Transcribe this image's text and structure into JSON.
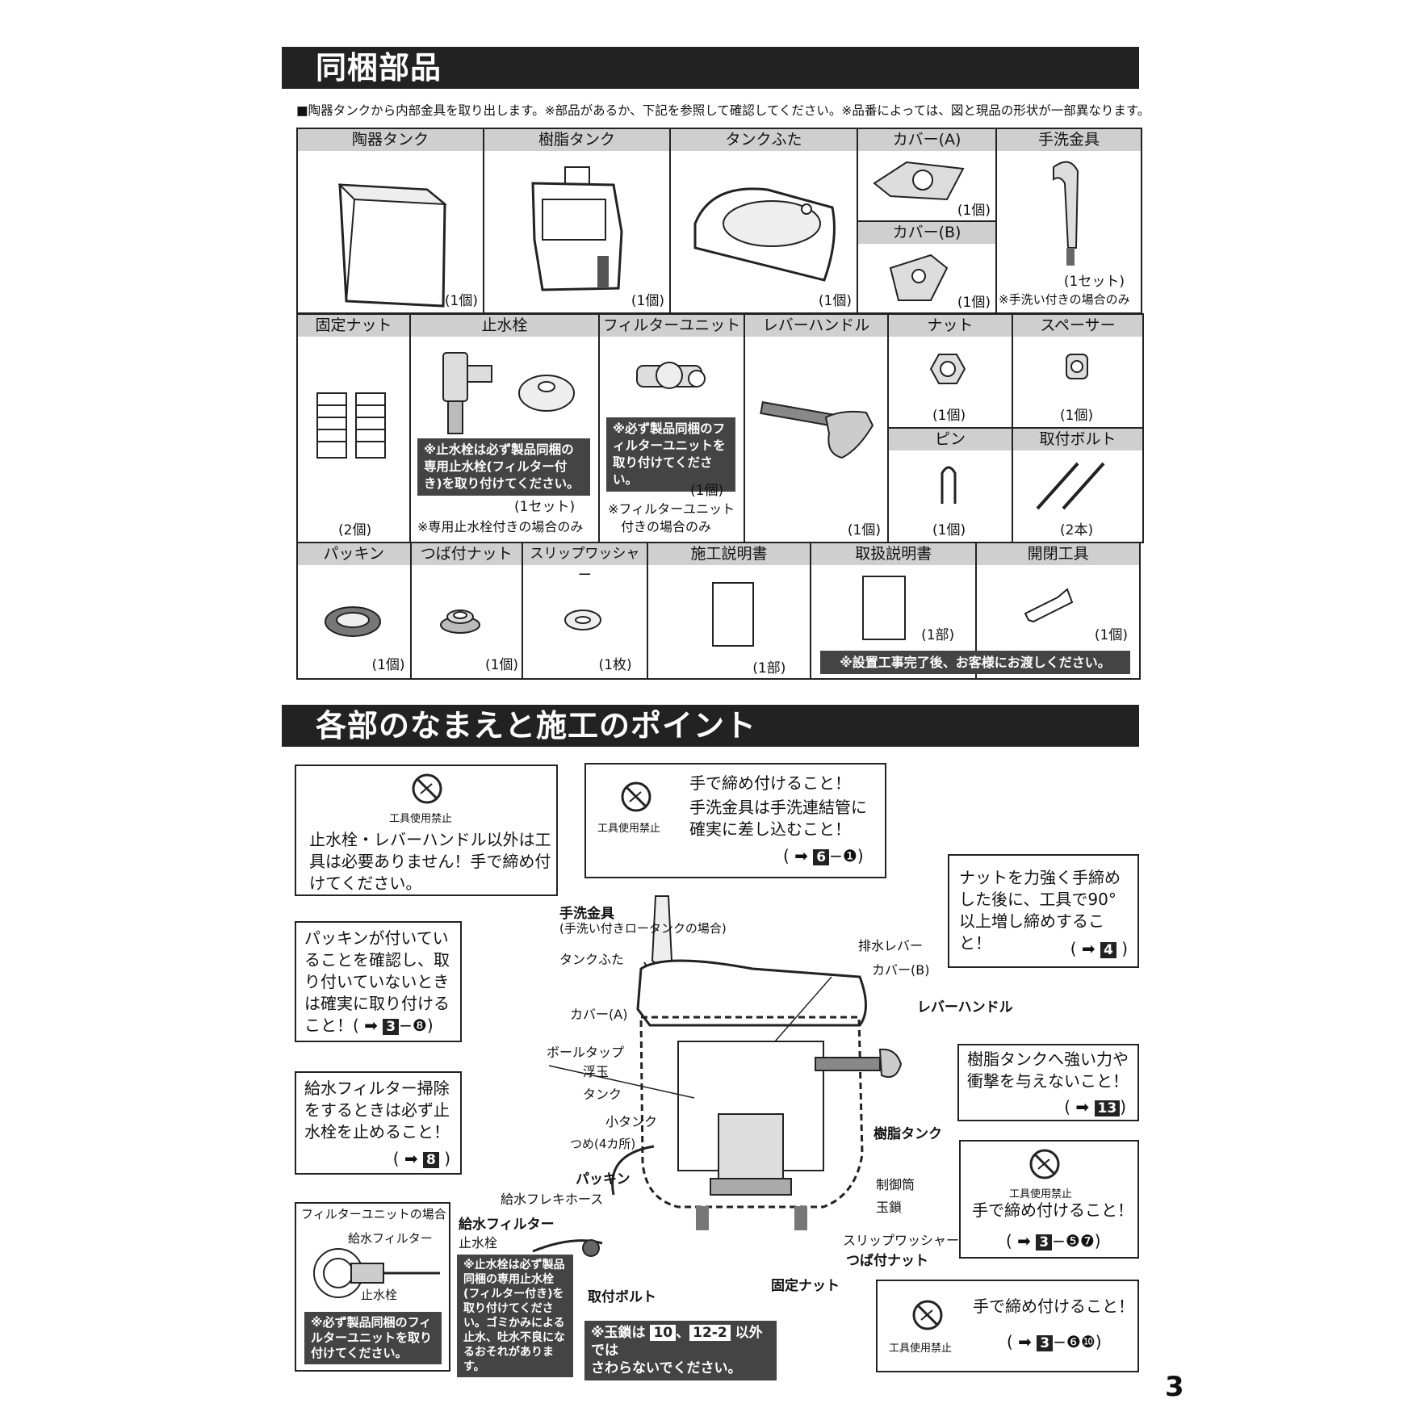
{
  "sec1": {
    "title": "同梱部品"
  },
  "intro": "■陶器タンクから内部金具を取り出します。※部品があるか、下記を参照して確認してください。※品番によっては、図と現品の形状が一部異なります。",
  "row1": [
    {
      "name": "陶器タンク",
      "count": "(1個)"
    },
    {
      "name": "樹脂タンク",
      "count": "(1個)"
    },
    {
      "name": "タンクふた",
      "count": "(1個)"
    },
    {
      "name": "カバー(A)",
      "count": "(1個)",
      "name2": "カバー(B)",
      "count2": "(1個)"
    },
    {
      "name": "手洗金具",
      "count": "(1セット)",
      "note": "※手洗い付きの場合のみ"
    }
  ],
  "row2": [
    {
      "name": "固定ナット",
      "count": "(2個)"
    },
    {
      "name": "止水栓",
      "count": "(1セット)",
      "box": "※止水栓は必ず製品同梱の専用止水栓(フィルター付き)を取り付けてください。",
      "note": "※専用止水栓付きの場合のみ"
    },
    {
      "name": "フィルターユニット",
      "count": "(1個)",
      "box": "※必ず製品同梱のフィルターユニットを取り付けてください。",
      "note1": "※フィルターユニット",
      "note2": "付きの場合のみ"
    },
    {
      "name": "レバーハンドル",
      "count": "(1個)"
    },
    {
      "name": "ナット",
      "count": "(1個)",
      "name2": "ピン",
      "count2": "(1個)"
    },
    {
      "name": "スペーサー",
      "count": "(1個)",
      "name2": "取付ボルト",
      "count2": "(2本)"
    }
  ],
  "row3": [
    {
      "name": "パッキン",
      "count": "(1個)"
    },
    {
      "name": "つば付ナット",
      "count": "(1個)"
    },
    {
      "name": "スリップワッシャー",
      "count": "(1枚)"
    },
    {
      "name": "施工説明書",
      "count": "(1部)"
    },
    {
      "name": "取扱説明書",
      "count": "(1部)"
    },
    {
      "name": "開閉工具",
      "count": "(1個)"
    },
    {
      "box": "※設置工事完了後、お客様にお渡しください。"
    }
  ],
  "sec2": {
    "title": "各部のなまえと施工のポイント"
  },
  "notes": {
    "n1": {
      "icon": "工具使用禁止",
      "text": "止水栓・レバーハンドル以外は工具は必要ありません！手で締め付けてください。"
    },
    "n2": {
      "icon": "工具使用禁止",
      "line1": "手で締め付けること！",
      "line2": "手洗金具は手洗連結管に確実に差し込むこと！",
      "ref_a": "(",
      "ref_b": "6",
      "ref_c": "−❶)"
    },
    "n3": {
      "text": "ナットを力強く手締めした後に、工具で90°以上増し締めすること！",
      "ref_a": "(",
      "ref_b": "4",
      "ref_c": ")"
    },
    "n4": {
      "text": "パッキンが付いていることを確認し、取り付いていないときは確実に取り付けること！(",
      "ref_b": "3",
      "ref_c": "−❽)"
    },
    "n5": {
      "text": "給水フィルター掃除をするときは必ず止水栓を止めること！",
      "ref_a": "(",
      "ref_b": "8",
      "ref_c": ")"
    },
    "n6": {
      "text": "樹脂タンクへ強い力や衝撃を与えないこと！",
      "ref_a": "(",
      "ref_b": "13",
      "ref_c": ")"
    },
    "n7": {
      "icon": "工具使用禁止",
      "text": "手で締め付けること！",
      "ref_a": "(",
      "ref_b": "3",
      "ref_c": "−❺❼)"
    },
    "n8": {
      "icon": "工具使用禁止",
      "text": "手で締め付けること！",
      "ref_a": "(",
      "ref_b": "3",
      "ref_c": "−❻❿)"
    },
    "filter": {
      "title": "フィルターユニットの場合",
      "l1": "給水フィルター",
      "l2": "止水栓",
      "box": "※必ず製品同梱のフィルターユニットを取り付けてください。"
    },
    "dk1": "※止水栓は必ず製品同梱の専用止水栓(フィルター付き)を取り付けてください。ゴミかみによる止水、吐水不良になるおそれがあります。",
    "dk2a": "※玉鎖は",
    "dk2b": "10",
    "dk2c": "、",
    "dk2d": "12-2",
    "dk2e": "以外では",
    "dk2f": "さわらないでください。"
  },
  "labels": {
    "tearai": "手洗金具",
    "tearai_sub": "(手洗い付きロータンクの場合)",
    "futa": "タンクふた",
    "coverA": "カバー(A)",
    "balltap": "ボールタップ",
    "ukidama": "浮玉",
    "tank": "タンク",
    "shotank": "小タンク",
    "tsume": "つめ(4カ所)",
    "packin": "パッキン",
    "flexhose": "給水フレキホース",
    "filter": "給水フィルター",
    "shisuisen": "止水栓",
    "toritsuke": "取付ボルト",
    "haisui": "排水レバー",
    "coverB": "カバー(B)",
    "lever": "レバーハンドル",
    "jushi": "樹脂タンク",
    "seigyo": "制御筒",
    "tamagusari": "玉鎖",
    "slip": "スリップワッシャー",
    "tsuba": "つば付ナット",
    "kotei": "固定ナット"
  },
  "page_number": "3"
}
